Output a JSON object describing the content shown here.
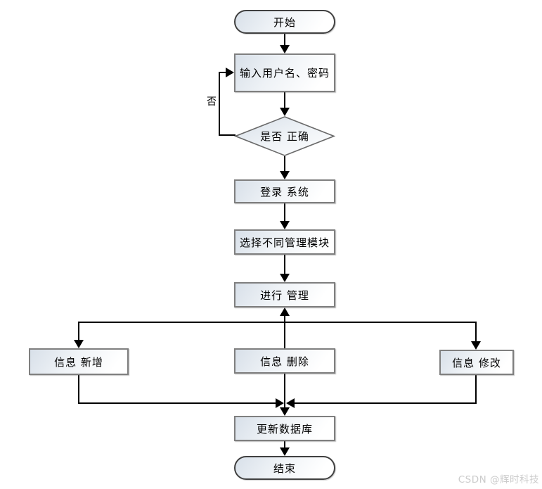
{
  "nodes": {
    "start": {
      "label": "开始",
      "shape": "stadium"
    },
    "input": {
      "label": "输入用户名、密码",
      "shape": "rect"
    },
    "decision": {
      "label": "是否 正确",
      "shape": "diamond"
    },
    "login": {
      "label": "登录 系统",
      "shape": "rect"
    },
    "select_module": {
      "label": "选择不同管理模块",
      "shape": "rect"
    },
    "manage": {
      "label": "进行 管理",
      "shape": "rect"
    },
    "info_add": {
      "label": "信息 新增",
      "shape": "rect"
    },
    "info_delete": {
      "label": "信息 删除",
      "shape": "rect"
    },
    "info_modify": {
      "label": "信息 修改",
      "shape": "rect"
    },
    "update_db": {
      "label": "更新数据库",
      "shape": "rect"
    },
    "end": {
      "label": "结束",
      "shape": "stadium"
    }
  },
  "edge_labels": {
    "no": "否"
  },
  "watermark": "CSDN @辉时科技",
  "colors": {
    "node_fill_top": "#d8e0e9",
    "node_fill_bottom": "#ffffff",
    "rect_border": "#7f7f7f",
    "terminal_border": "#404040",
    "diamond_border": "#6a6a6a",
    "connector": "#000000",
    "watermark_text": "#cbcbcb",
    "background": "#ffffff"
  }
}
